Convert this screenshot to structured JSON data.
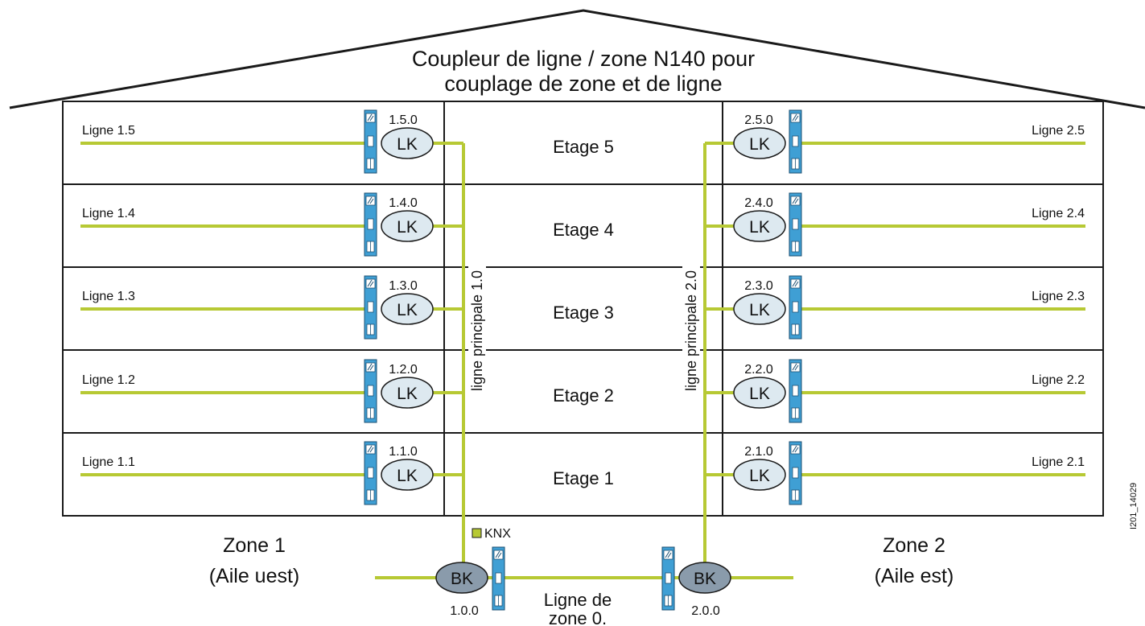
{
  "title": {
    "line1": "Coupleur de ligne / zone N140 pour",
    "line2": "couplage de zone et de ligne"
  },
  "colors": {
    "bus": "#b7c934",
    "device": "#3f9fd4",
    "lk_fill": "#dde9f0",
    "bk_fill": "#8a9bab",
    "outline": "#1a1a1a"
  },
  "floors": [
    "Etage 5",
    "Etage 4",
    "Etage 3",
    "Etage 2",
    "Etage 1"
  ],
  "left_lines": [
    {
      "label": "Ligne 1.5",
      "address": "1.5.0",
      "coupler": "LK"
    },
    {
      "label": "Ligne 1.4",
      "address": "1.4.0",
      "coupler": "LK"
    },
    {
      "label": "Ligne 1.3",
      "address": "1.3.0",
      "coupler": "LK"
    },
    {
      "label": "Ligne 1.2",
      "address": "1.2.0",
      "coupler": "LK"
    },
    {
      "label": "Ligne 1.1",
      "address": "1.1.0",
      "coupler": "LK"
    }
  ],
  "right_lines": [
    {
      "label": "Ligne  2.5",
      "address": "2.5.0",
      "coupler": "LK"
    },
    {
      "label": "Ligne  2.4",
      "address": "2.4.0",
      "coupler": "LK"
    },
    {
      "label": "Ligne  2.3",
      "address": "2.3.0",
      "coupler": "LK"
    },
    {
      "label": "Ligne  2.2",
      "address": "2.2.0",
      "coupler": "LK"
    },
    {
      "label": "Ligne 2.1",
      "address": "2.1.0",
      "coupler": "LK"
    }
  ],
  "main_lines": {
    "left": "ligne principale 1.0",
    "right": "ligne principale 2.0"
  },
  "zones": {
    "zone1_name": "Zone 1",
    "zone1_sub": "(Aile uest)",
    "zone2_name": "Zone 2",
    "zone2_sub": "(Aile est)"
  },
  "backbone": {
    "left_coupler": "BK",
    "left_address": "1.0.0",
    "right_coupler": "BK",
    "right_address": "2.0.0",
    "label_line1": "Ligne de",
    "label_line2": "zone 0."
  },
  "legend": {
    "label": "KNX"
  },
  "figure_id": "I201_14029"
}
